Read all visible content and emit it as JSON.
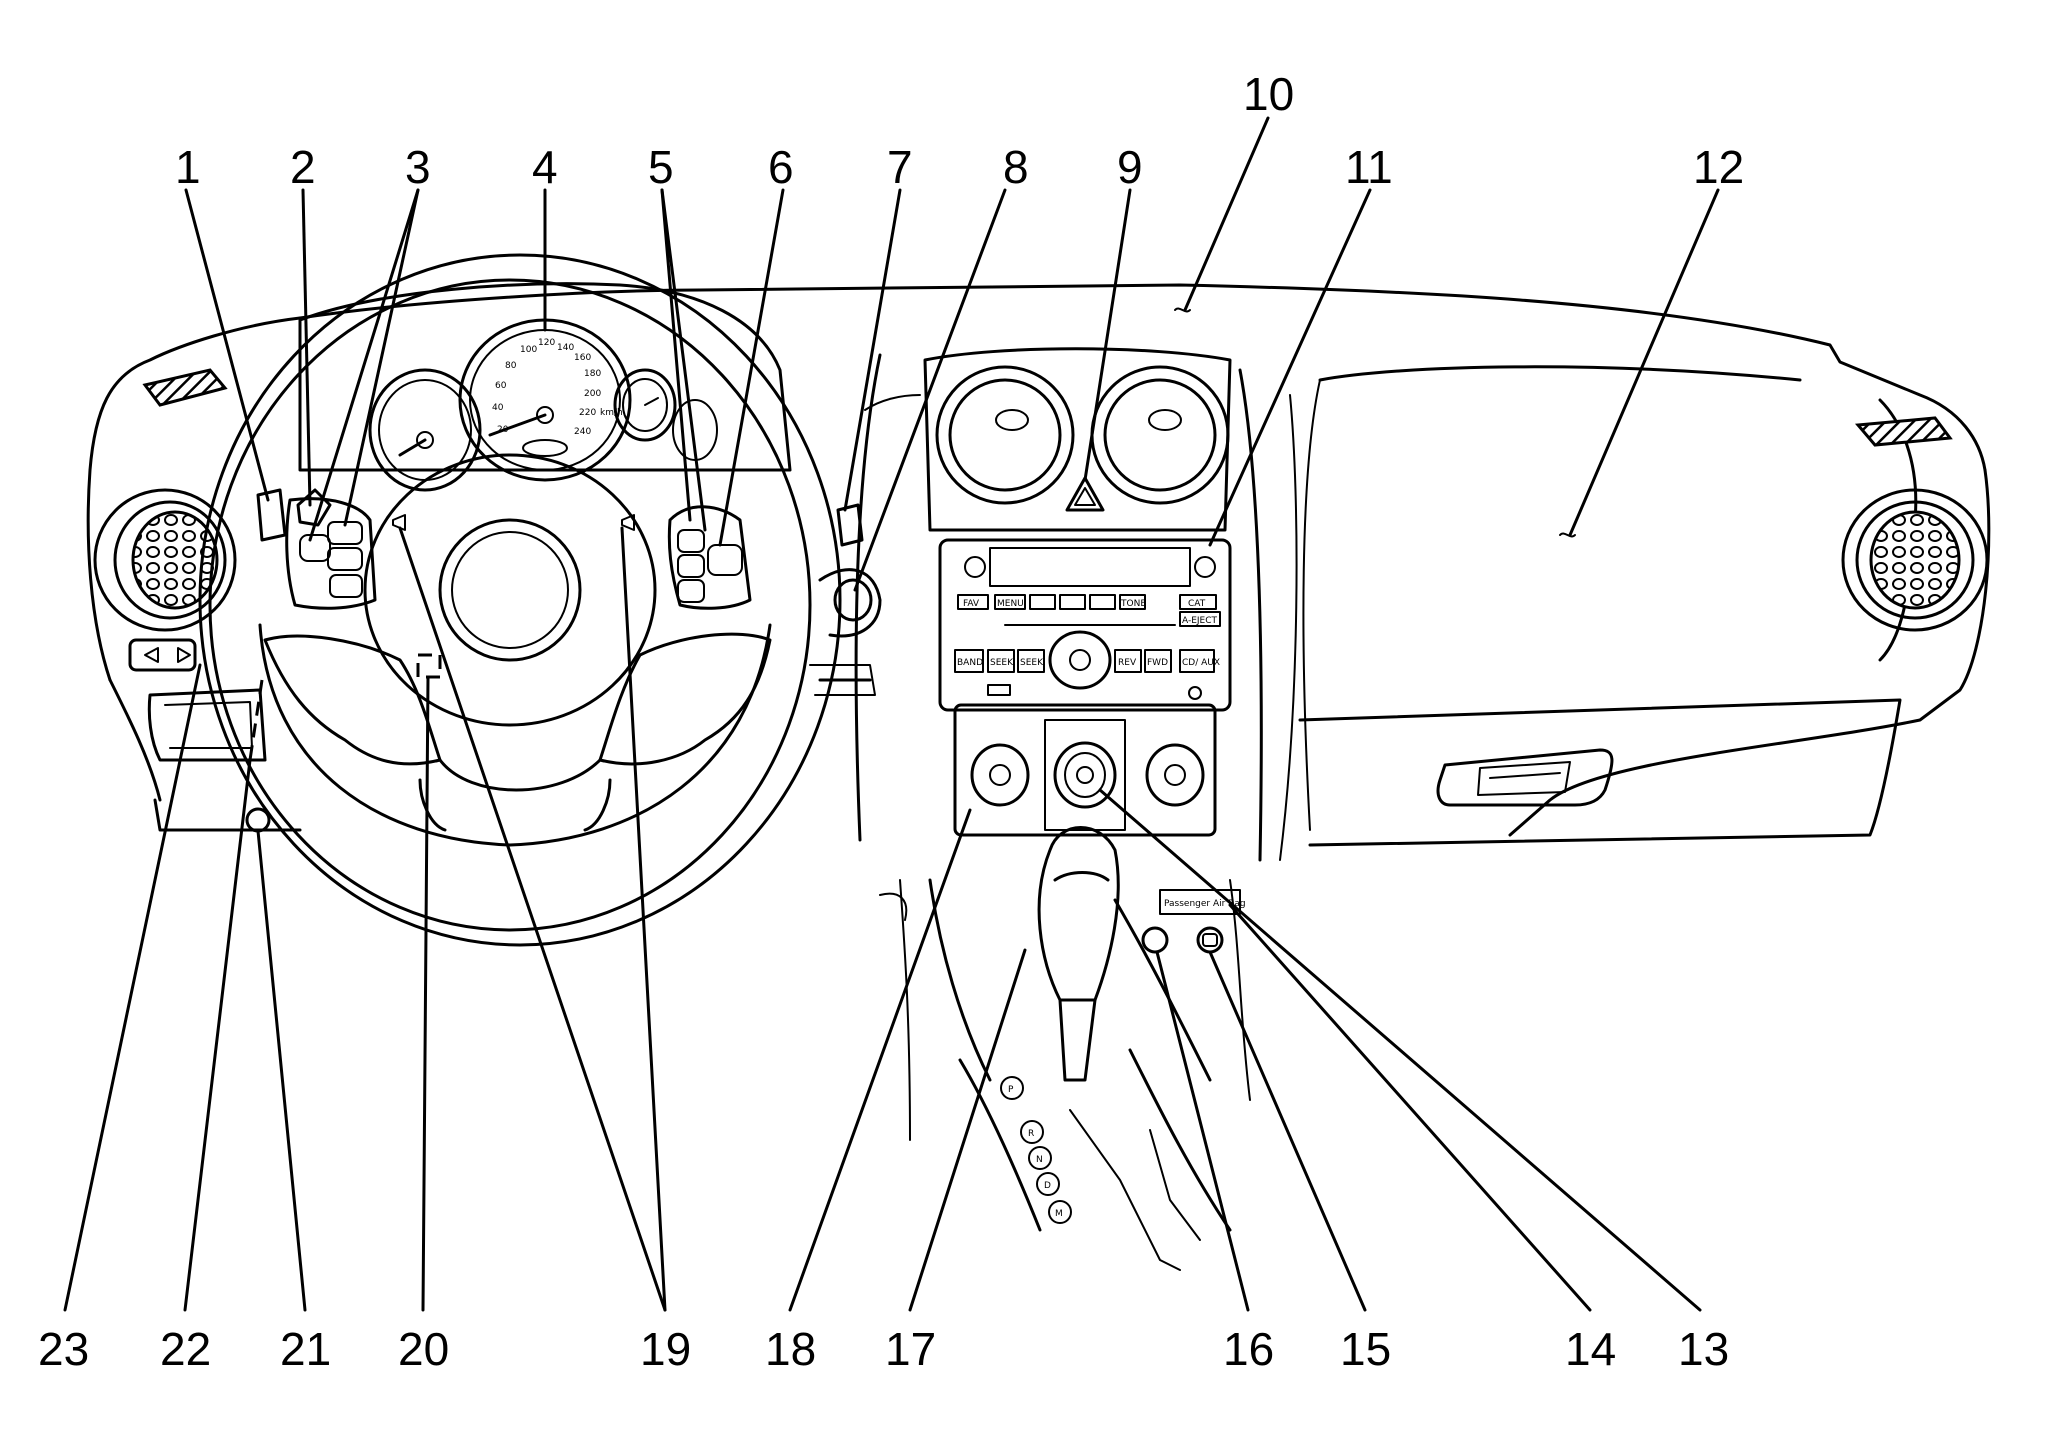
{
  "callouts": [
    {
      "number": "1"
    },
    {
      "number": "2"
    },
    {
      "number": "3"
    },
    {
      "number": "4"
    },
    {
      "number": "5"
    },
    {
      "number": "6"
    },
    {
      "number": "7"
    },
    {
      "number": "8"
    },
    {
      "number": "9"
    },
    {
      "number": "10"
    },
    {
      "number": "11"
    },
    {
      "number": "12"
    },
    {
      "number": "13"
    },
    {
      "number": "14"
    },
    {
      "number": "15"
    },
    {
      "number": "16"
    },
    {
      "number": "17"
    },
    {
      "number": "18"
    },
    {
      "number": "19"
    },
    {
      "number": "20"
    },
    {
      "number": "21"
    },
    {
      "number": "22"
    },
    {
      "number": "23"
    }
  ],
  "speedometer": {
    "ticks": [
      "20",
      "40",
      "60",
      "80",
      "100",
      "120",
      "140",
      "160",
      "180",
      "200",
      "220",
      "240"
    ],
    "unit": "km/h"
  },
  "radio": {
    "buttons_top": [
      "FAV",
      "MENU",
      "TONE",
      "CAT",
      "A-EJECT"
    ],
    "buttons_bottom": [
      "BAND",
      "SEEK",
      "SEEK",
      "REV",
      "FWD",
      "CD/ AUX"
    ]
  },
  "shifter": {
    "positions": [
      "P",
      "R",
      "N",
      "D",
      "M"
    ]
  },
  "passenger_airbag_label": "Passenger Air Bag"
}
